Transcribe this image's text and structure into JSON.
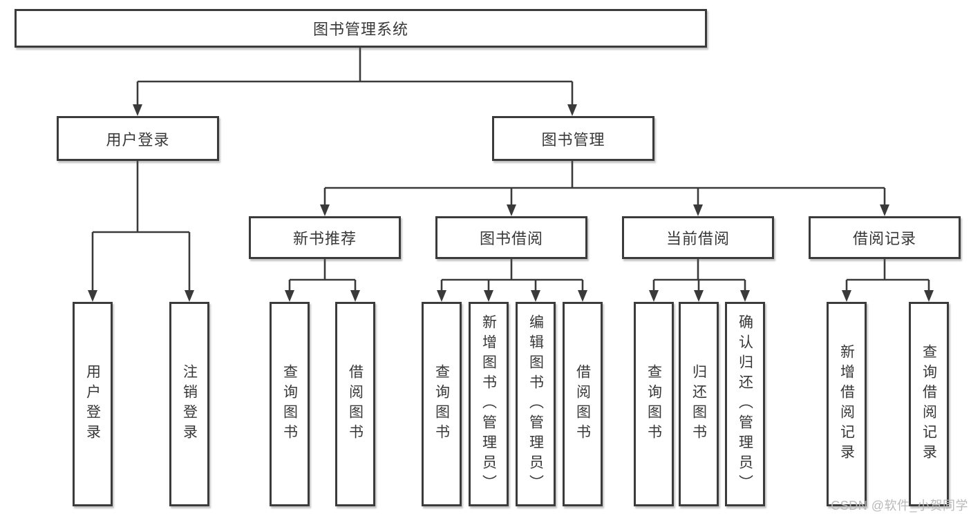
{
  "tree": {
    "label": "图书管理系统",
    "children": [
      {
        "label": "用户登录",
        "children": [
          {
            "label": "用户登录"
          },
          {
            "label": "注销登录"
          }
        ]
      },
      {
        "label": "图书管理",
        "children": [
          {
            "label": "新书推荐",
            "children": [
              {
                "label": "查询图书"
              },
              {
                "label": "借阅图书"
              }
            ]
          },
          {
            "label": "图书借阅",
            "children": [
              {
                "label": "查询图书"
              },
              {
                "label": "新增图书（管理员）"
              },
              {
                "label": "编辑图书（管理员）"
              },
              {
                "label": "借阅图书"
              }
            ]
          },
          {
            "label": "当前借阅",
            "children": [
              {
                "label": "查询图书"
              },
              {
                "label": "归还图书"
              },
              {
                "label": "确认归还（管理员）"
              }
            ]
          },
          {
            "label": "借阅记录",
            "children": [
              {
                "label": "新增借阅记录"
              },
              {
                "label": "查询借阅记录"
              }
            ]
          }
        ]
      }
    ]
  },
  "watermark": "CSDN @软件_小贺同学",
  "colors": {
    "line": "#3a3a3a",
    "box_border": "#3b3b3b",
    "text": "#383838",
    "watermark": "#b9b9b9"
  }
}
